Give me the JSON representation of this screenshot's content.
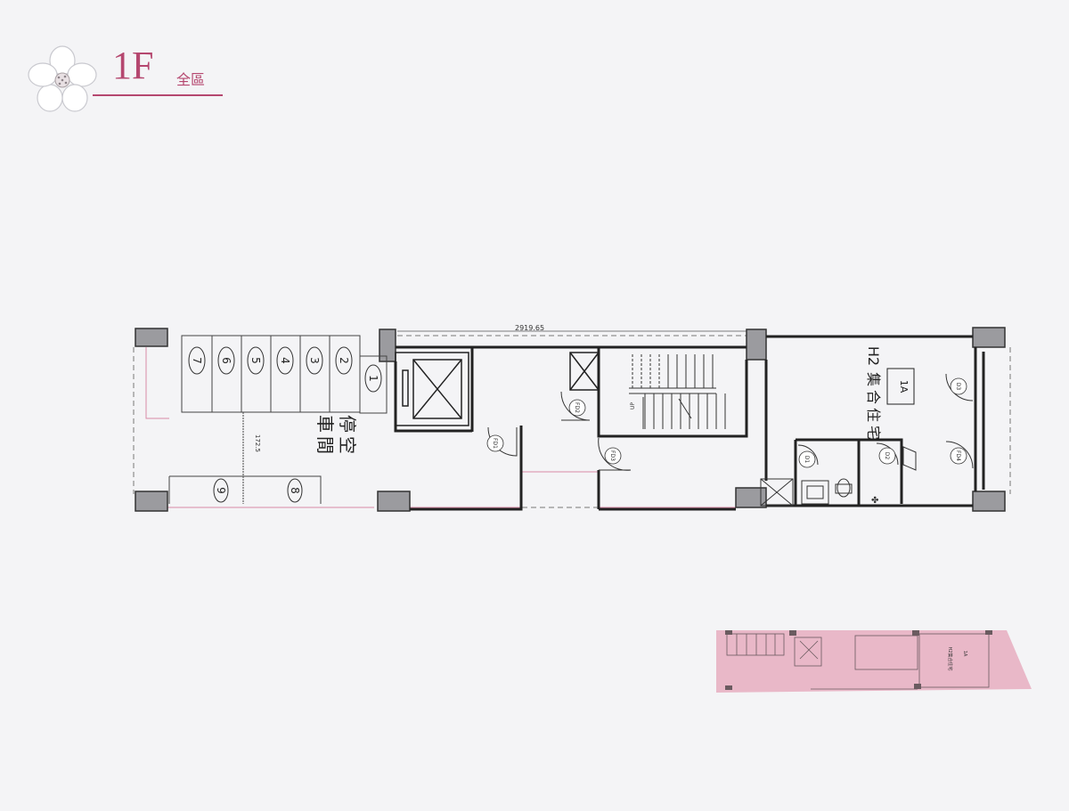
{
  "header": {
    "floor": "1F",
    "subtitle": "全區",
    "accent_color": "#b5476f"
  },
  "plan": {
    "dimension_top": "2919.65",
    "dimension_side": "172.5",
    "parking_label": [
      "停",
      "車",
      "空",
      "間"
    ],
    "parking_stalls_top": [
      "7",
      "6",
      "5",
      "4",
      "3",
      "2"
    ],
    "parking_stall_side": "1",
    "parking_stalls_bottom": [
      "9",
      "8"
    ],
    "unit_label": [
      "H2",
      "集",
      "合",
      "住",
      "宅"
    ],
    "unit_tag": "1A",
    "doors": [
      "FD1",
      "FD2",
      "FD3",
      "D1",
      "D2",
      "FD4",
      "D3"
    ],
    "stair_mark": "UP"
  },
  "keyplan": {
    "highlight_color": "#e9b8c8",
    "unit_label": "H2集合住宅",
    "unit_tag": "1A"
  }
}
